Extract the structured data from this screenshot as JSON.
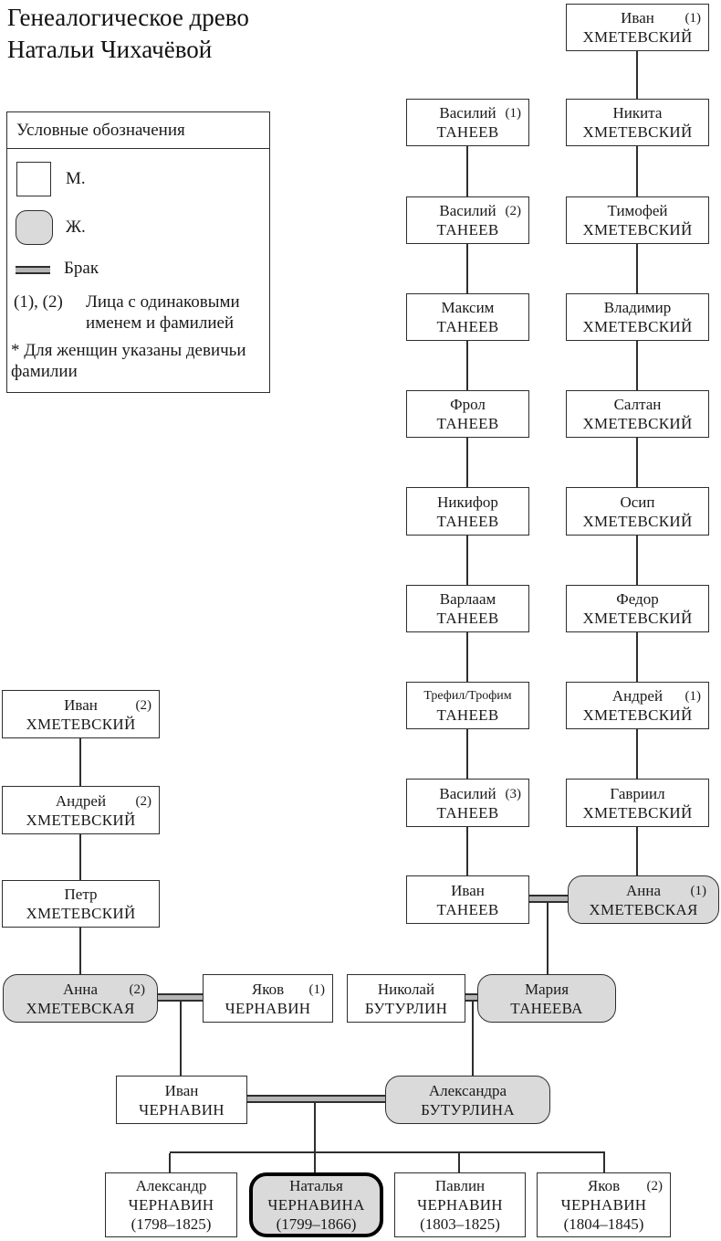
{
  "title": {
    "line1": "Генеалогическое древо",
    "line2": "Натальи Чихачёвой"
  },
  "legend": {
    "header": "Условные обозначения",
    "male_label": "М.",
    "female_label": "Ж.",
    "marriage_label": "Брак",
    "numbers_key": "(1), (2)",
    "numbers_text_line1": "Лица с одинаковыми",
    "numbers_text_line2": "именем и фамилией",
    "footnote_line1": "* Для женщин указаны девичьи",
    "footnote_line2": "фамилии"
  },
  "colors": {
    "female_fill": "#dadada",
    "line": "#2e2e2e",
    "marriage_fill": "#b5b5b5",
    "background": "#ffffff"
  },
  "people": {
    "taneev": [
      {
        "name": "Василий",
        "number": "(1)",
        "surname": "ТАНЕЕВ"
      },
      {
        "name": "Василий",
        "number": "(2)",
        "surname": "ТАНЕЕВ"
      },
      {
        "name": "Максим",
        "surname": "ТАНЕЕВ"
      },
      {
        "name": "Фрол",
        "surname": "ТАНЕЕВ"
      },
      {
        "name": "Никифор",
        "surname": "ТАНЕЕВ"
      },
      {
        "name": "Варлаам",
        "surname": "ТАНЕЕВ"
      },
      {
        "name": "Трефил/Трофим",
        "surname": "ТАНЕЕВ"
      },
      {
        "name": "Василий",
        "number": "(3)",
        "surname": "ТАНЕЕВ"
      },
      {
        "name": "Иван",
        "surname": "ТАНЕЕВ"
      }
    ],
    "khmetevsky": [
      {
        "name": "Иван",
        "number": "(1)",
        "surname": "ХМЕТЕВСКИЙ"
      },
      {
        "name": "Никита",
        "surname": "ХМЕТЕВСКИЙ"
      },
      {
        "name": "Тимофей",
        "surname": "ХМЕТЕВСКИЙ"
      },
      {
        "name": "Владимир",
        "surname": "ХМЕТЕВСКИЙ"
      },
      {
        "name": "Салтан",
        "surname": "ХМЕТЕВСКИЙ"
      },
      {
        "name": "Осип",
        "surname": "ХМЕТЕВСКИЙ"
      },
      {
        "name": "Федор",
        "surname": "ХМЕТЕВСКИЙ"
      },
      {
        "name": "Андрей",
        "number": "(1)",
        "surname": "ХМЕТЕВСКИЙ"
      },
      {
        "name": "Гавриил",
        "surname": "ХМЕТЕВСКИЙ"
      },
      {
        "name": "Анна",
        "number": "(1)",
        "surname": "ХМЕТЕВСКАЯ",
        "sex": "Ж"
      }
    ],
    "khmetevsky_second": [
      {
        "name": "Иван",
        "number": "(2)",
        "surname": "ХМЕТЕВСКИЙ"
      },
      {
        "name": "Андрей",
        "number": "(2)",
        "surname": "ХМЕТЕВСКИЙ"
      },
      {
        "name": "Петр",
        "surname": "ХМЕТЕВСКИЙ"
      },
      {
        "name": "Анна",
        "number": "(2)",
        "surname": "ХМЕТЕВСКАЯ",
        "sex": "Ж"
      }
    ],
    "middle": [
      {
        "name": "Яков",
        "number": "(1)",
        "surname": "ЧЕРНАВИН"
      },
      {
        "name": "Николай",
        "surname": "БУТУРЛИН"
      },
      {
        "name": "Мария",
        "surname": "ТАНЕЕВА",
        "sex": "Ж"
      },
      {
        "name": "Иван",
        "surname": "ЧЕРНАВИН"
      },
      {
        "name": "Александра",
        "surname": "БУТУРЛИНА",
        "sex": "Ж"
      }
    ],
    "children": [
      {
        "name": "Александр",
        "surname": "ЧЕРНАВИН",
        "dates": "(1798–1825)"
      },
      {
        "name": "Наталья",
        "surname": "ЧЕРНАВИНА",
        "dates": "(1799–1866)",
        "sex": "Ж",
        "highlighted": true
      },
      {
        "name": "Павлин",
        "surname": "ЧЕРНАВИН",
        "dates": "(1803–1825)"
      },
      {
        "name": "Яков",
        "number": "(2)",
        "surname": "ЧЕРНАВИН",
        "dates": "(1804–1845)"
      }
    ]
  }
}
